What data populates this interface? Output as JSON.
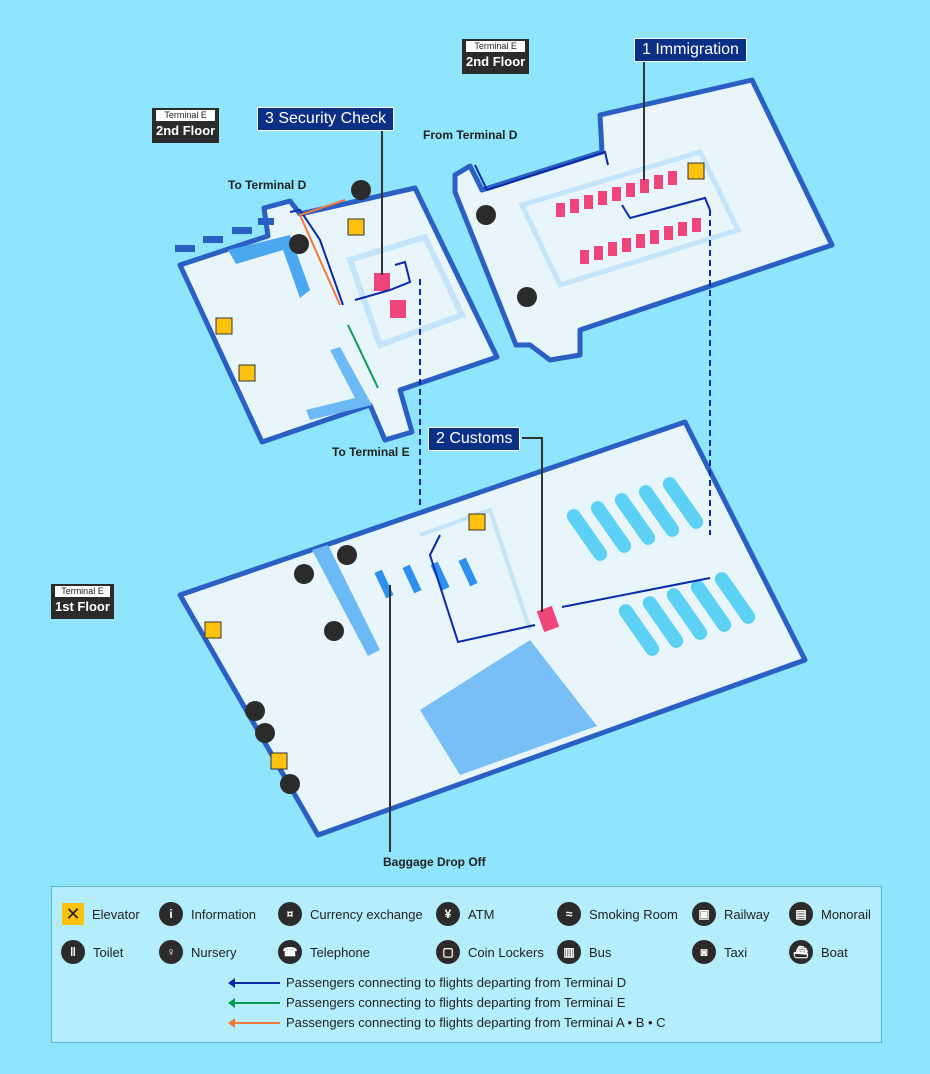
{
  "floors": {
    "upper_left": {
      "terminal": "Terminal E",
      "floor": "2nd Floor"
    },
    "upper_right": {
      "terminal": "Terminal E",
      "floor": "2nd Floor"
    },
    "lower": {
      "terminal": "Terminal E",
      "floor": "1st Floor"
    }
  },
  "steps": {
    "immigration": "1 Immigration",
    "customs": "2 Customs",
    "security": "3 Security Check"
  },
  "labels": {
    "from_d": "From Terminal D",
    "to_d": "To Terminal D",
    "to_e": "To Terminal E",
    "baggage": "Baggage Drop Off"
  },
  "legend": {
    "items": [
      {
        "icon": "elevator-icon",
        "glyph": "✕",
        "label": "Elevator"
      },
      {
        "icon": "information-icon",
        "glyph": "i",
        "label": "Information"
      },
      {
        "icon": "currency-exchange-icon",
        "glyph": "¤",
        "label": "Currency exchange"
      },
      {
        "icon": "atm-icon",
        "glyph": "¥",
        "label": "ATM"
      },
      {
        "icon": "smoking-room-icon",
        "glyph": "≈",
        "label": "Smoking Room"
      },
      {
        "icon": "railway-icon",
        "glyph": "▣",
        "label": "Railway"
      },
      {
        "icon": "monorail-icon",
        "glyph": "▤",
        "label": "Monorail"
      },
      {
        "icon": "toilet-icon",
        "glyph": "ǁ",
        "label": "Toilet"
      },
      {
        "icon": "nursery-icon",
        "glyph": "♀",
        "label": "Nursery"
      },
      {
        "icon": "telephone-icon",
        "glyph": "☎",
        "label": "Telephone"
      },
      {
        "icon": "coin-lockers-icon",
        "glyph": "▢",
        "label": "Coin Lockers"
      },
      {
        "icon": "bus-icon",
        "glyph": "▥",
        "label": "Bus"
      },
      {
        "icon": "taxi-icon",
        "glyph": "◙",
        "label": "Taxi"
      },
      {
        "icon": "boat-icon",
        "glyph": "⛴",
        "label": "Boat"
      }
    ],
    "routes": [
      {
        "color": "#0a2aa8",
        "label": "Passengers connecting to flights departing from Terminai D"
      },
      {
        "color": "#0a9a52",
        "label": "Passengers connecting to flights departing from Terminai E"
      },
      {
        "color": "#f07a3a",
        "label": "Passengers connecting to flights departing from Terminai A • B • C"
      }
    ]
  }
}
